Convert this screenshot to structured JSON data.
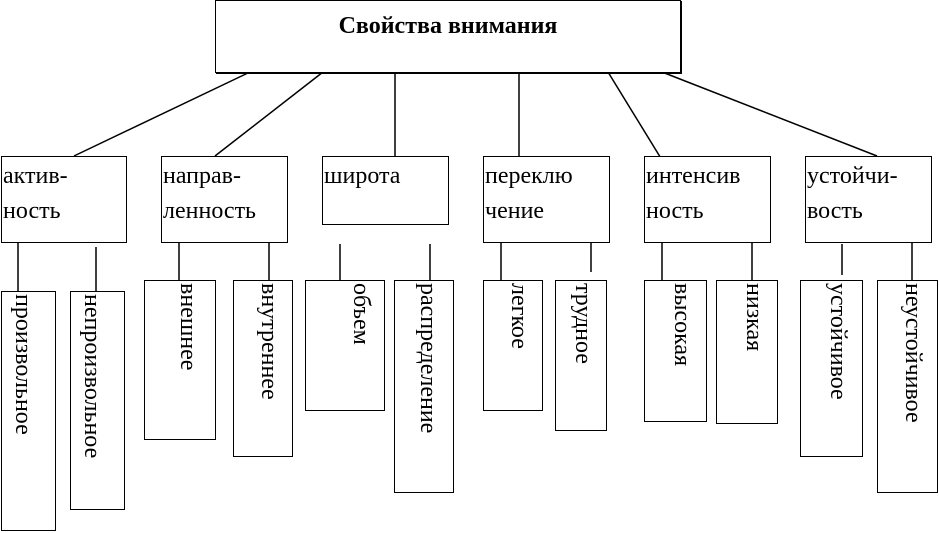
{
  "title": "Свойства внимания",
  "categories": [
    {
      "label_line1": "актив-",
      "label_line2": "ность",
      "children": [
        "произвольное",
        "непроизвольное"
      ]
    },
    {
      "label_line1": "направ-",
      "label_line2": "ленность",
      "children": [
        "внешнее",
        "внутреннее"
      ]
    },
    {
      "label_line1": "широта",
      "label_line2": "",
      "children": [
        "объем",
        "распределение"
      ]
    },
    {
      "label_line1": "переклю",
      "label_line2": "чение",
      "children": [
        "легкое",
        "трудное"
      ]
    },
    {
      "label_line1": "интенсив",
      "label_line2": "ность",
      "children": [
        "высокая",
        "низкая"
      ]
    },
    {
      "label_line1": "устойчи-",
      "label_line2": "вость",
      "children": [
        "устойчивое",
        "неустойчивое"
      ]
    }
  ]
}
